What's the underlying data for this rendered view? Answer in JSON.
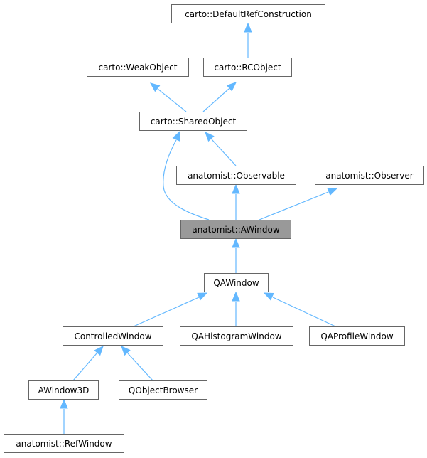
{
  "diagram": {
    "nodes": {
      "default_ref_construction": "carto::DefaultRefConstruction",
      "weak_object": "carto::WeakObject",
      "rc_object": "carto::RCObject",
      "shared_object": "carto::SharedObject",
      "observable": "anatomist::Observable",
      "observer": "anatomist::Observer",
      "awindow": "anatomist::AWindow",
      "qawindow": "QAWindow",
      "controlled_window": "ControlledWindow",
      "qa_histogram_window": "QAHistogramWindow",
      "qa_profile_window": "QAProfileWindow",
      "awindow3d": "AWindow3D",
      "qobject_browser": "QObjectBrowser",
      "ref_window": "anatomist::RefWindow"
    },
    "edges": [
      {
        "from": "rc_object",
        "to": "default_ref_construction"
      },
      {
        "from": "shared_object",
        "to": "weak_object"
      },
      {
        "from": "shared_object",
        "to": "rc_object"
      },
      {
        "from": "observable",
        "to": "shared_object"
      },
      {
        "from": "awindow",
        "to": "shared_object"
      },
      {
        "from": "awindow",
        "to": "observable"
      },
      {
        "from": "awindow",
        "to": "observer"
      },
      {
        "from": "qawindow",
        "to": "awindow"
      },
      {
        "from": "controlled_window",
        "to": "qawindow"
      },
      {
        "from": "qa_histogram_window",
        "to": "qawindow"
      },
      {
        "from": "qa_profile_window",
        "to": "qawindow"
      },
      {
        "from": "awindow3d",
        "to": "controlled_window"
      },
      {
        "from": "qobject_browser",
        "to": "controlled_window"
      },
      {
        "from": "ref_window",
        "to": "awindow3d"
      }
    ],
    "highlighted_node": "awindow",
    "colors": {
      "edge": "#63b8ff",
      "node_border": "#666666",
      "highlight_fill": "#999999",
      "node_fill": "#ffffff"
    }
  }
}
